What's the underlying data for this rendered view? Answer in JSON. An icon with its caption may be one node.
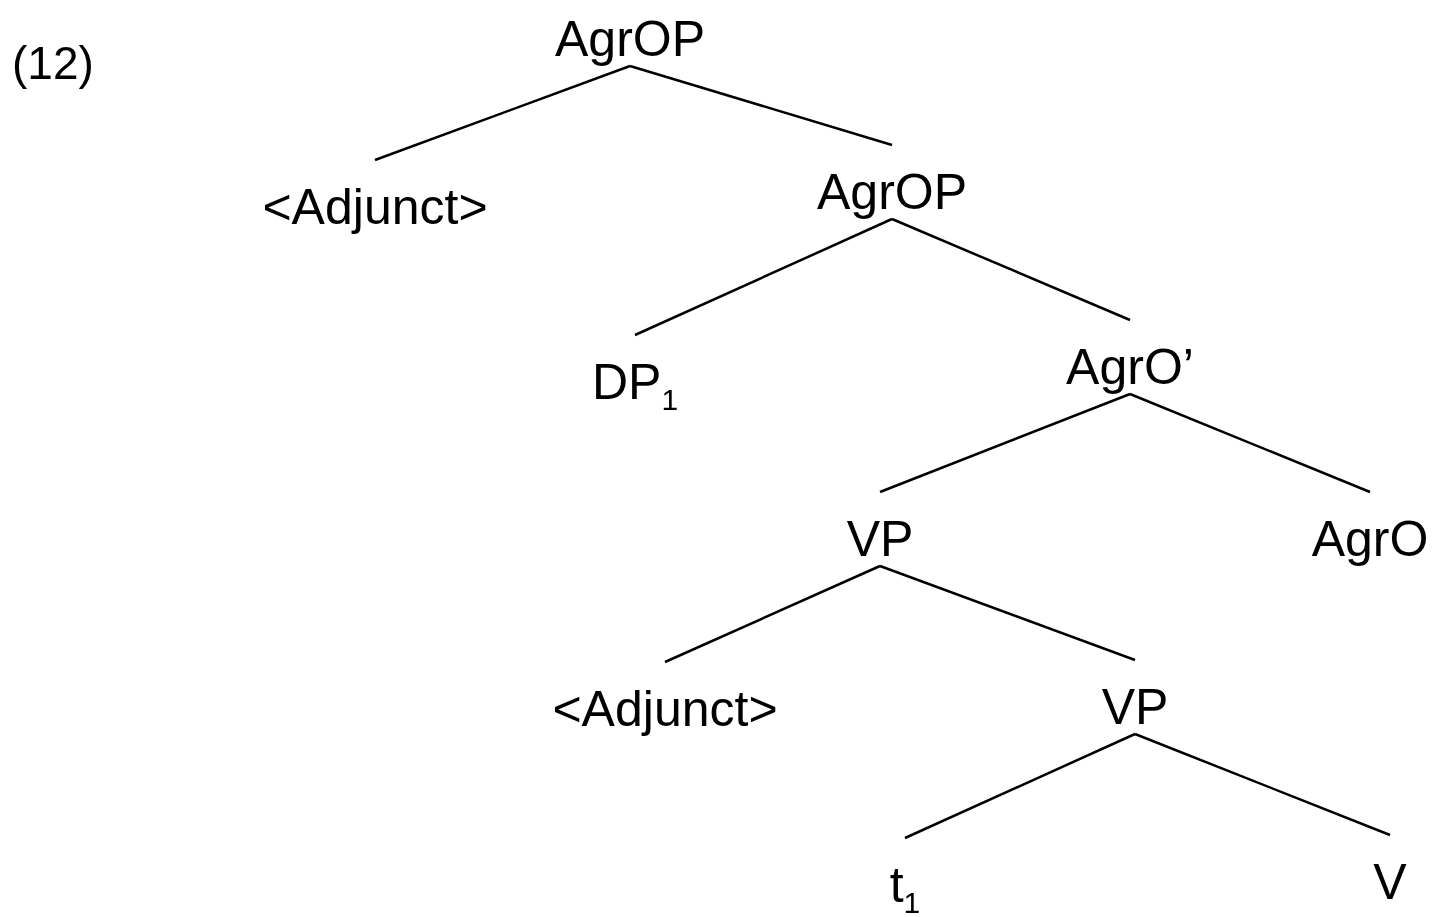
{
  "diagram": {
    "nodes": [
      {
        "text": [
          "AgrOP"
        ]
      },
      {
        "text": [
          "<Adjunct>"
        ]
      },
      {
        "text": [
          "AgrOP"
        ]
      },
      {
        "text": [
          "DP$_{1}$"
        ]
      },
      {
        "text": [
          "AgrO’"
        ]
      },
      {
        "text": [
          "VP"
        ]
      },
      {
        "text": [
          "AgrO"
        ]
      },
      {
        "text": [
          "<Adjunct>"
        ]
      },
      {
        "text": [
          "VP"
        ]
      },
      {
        "text": [
          "t$_{1}$"
        ]
      },
      {
        "text": [
          "V"
        ]
      }
    ],
    "edges": [
      {
        "from": 0,
        "to": 1,
        "arrow": "none"
      },
      {
        "from": 0,
        "to": 2,
        "arrow": "none"
      },
      {
        "from": 2,
        "to": 3,
        "arrow": "none"
      },
      {
        "from": 2,
        "to": 4,
        "arrow": "none"
      },
      {
        "from": 4,
        "to": 5,
        "arrow": "none"
      },
      {
        "from": 4,
        "to": 6,
        "arrow": "none"
      },
      {
        "from": 5,
        "to": 7,
        "arrow": "none"
      },
      {
        "from": 5,
        "to": 8,
        "arrow": "none"
      },
      {
        "from": 8,
        "to": 9,
        "arrow": "none"
      },
      {
        "from": 8,
        "to": 10,
        "arrow": "none"
      }
    ],
    "labels": [
      "(12)"
    ]
  }
}
